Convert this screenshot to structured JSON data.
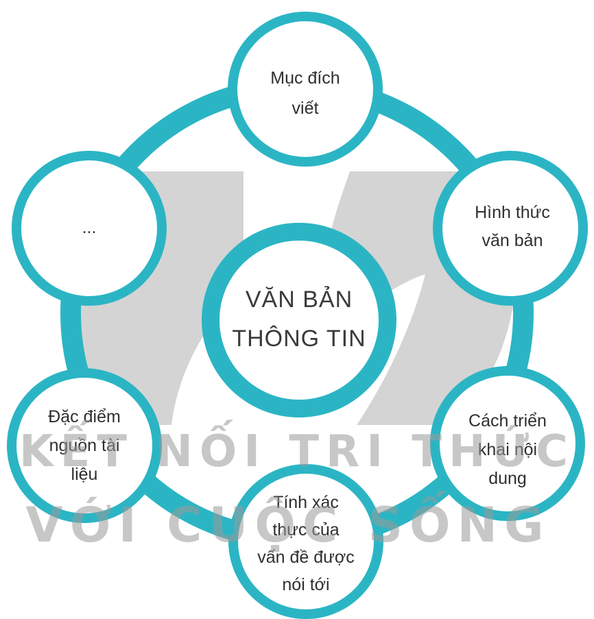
{
  "diagram": {
    "center": {
      "line1": "VĂN BẢN",
      "line2": "THÔNG TIN"
    },
    "nodes": {
      "top": {
        "line1": "Mục đích",
        "line2": "viết"
      },
      "upper_right": {
        "line1": "Hình thức",
        "line2": "văn bản"
      },
      "lower_right": {
        "line1": "Cách triển",
        "line2": "khai nội",
        "line3": "dung"
      },
      "bottom": {
        "line1": "Tính xác",
        "line2": "thực của",
        "line3": "vấn đề được",
        "line4": "nói tới"
      },
      "lower_left": {
        "line1": "Đặc điểm",
        "line2": "nguồn tài",
        "line3": "liệu"
      },
      "upper_left": {
        "line1": "..."
      }
    }
  },
  "watermark": {
    "line1": "KẾT NỐI TRI THỨC",
    "line2": "VỚI CUỘC SỐNG"
  },
  "colors": {
    "teal": "#2bb5c4",
    "watermark_gray": "#c8c8c8",
    "text": "#2f2f2f"
  }
}
